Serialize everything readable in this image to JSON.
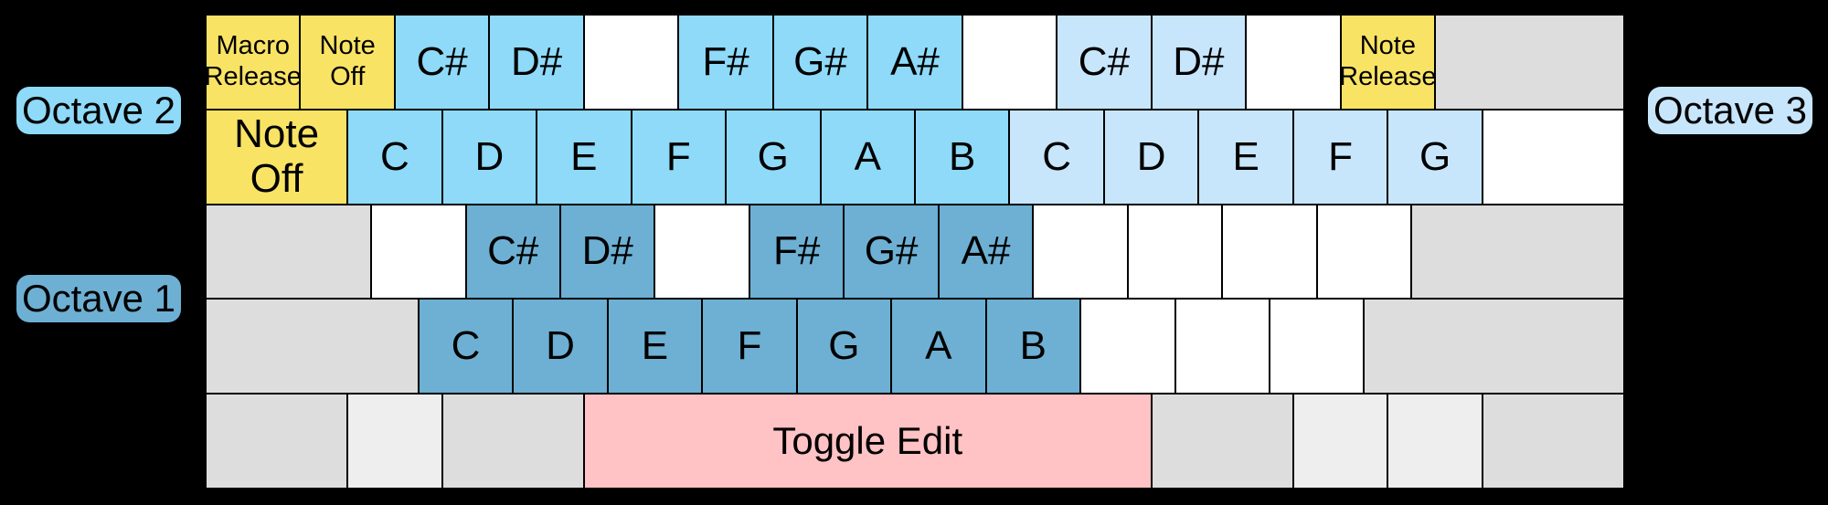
{
  "palette": {
    "background": "#000000",
    "key_border": "#000000",
    "text": "#000000",
    "yellow_special": "#F8E365",
    "octave1_blue": "#6DB0D3",
    "octave2_blue": "#8EDAF8",
    "octave3_blue": "#C7E6FB",
    "pink_space": "#FFC2C5",
    "modifier_gray": "#DDDDDD",
    "modifier_gray_light": "#EEEEEE",
    "unmapped_white": "#FFFFFF"
  },
  "octave_labels": {
    "octave1": "Octave 1",
    "octave2": "Octave 2",
    "octave3": "Octave 3"
  },
  "keyboard": {
    "rows": [
      [
        "Macro Release",
        "Note Off",
        "C#",
        "D#",
        "",
        "F#",
        "G#",
        "A#",
        "",
        "C#",
        "D#",
        "",
        "Note Release",
        ""
      ],
      [
        "Note Off",
        "C",
        "D",
        "E",
        "F",
        "G",
        "A",
        "B",
        "C",
        "D",
        "E",
        "F",
        "G",
        ""
      ],
      [
        "",
        "",
        "C#",
        "D#",
        "",
        "F#",
        "G#",
        "A#",
        "",
        "",
        "",
        "",
        ""
      ],
      [
        "",
        "C",
        "D",
        "E",
        "F",
        "G",
        "A",
        "B",
        "",
        "",
        "",
        ""
      ],
      [
        "",
        "",
        "",
        "Toggle Edit",
        "",
        "",
        "",
        ""
      ]
    ]
  }
}
